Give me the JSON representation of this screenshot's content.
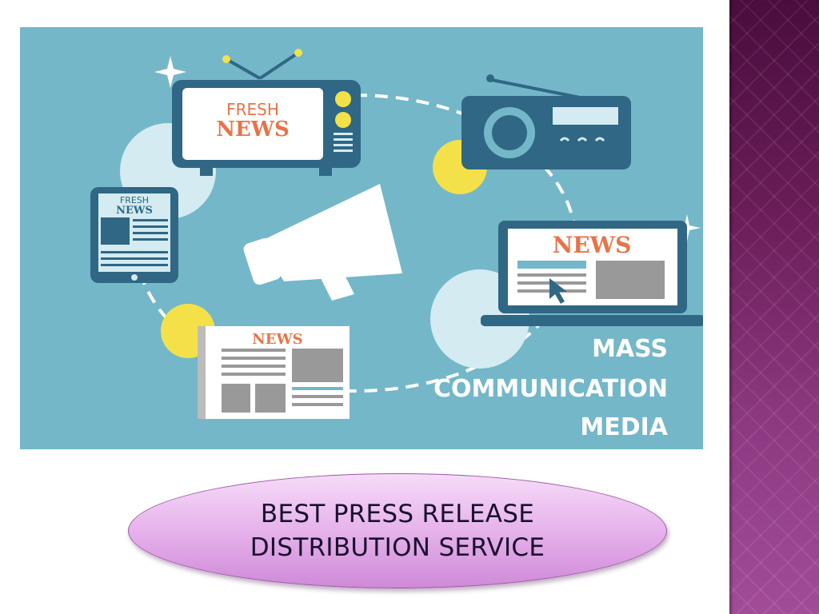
{
  "illustration": {
    "tv_screen_top": "FRESH",
    "tv_screen_bottom": "NEWS",
    "tablet_top": "FRESH",
    "tablet_bottom": "NEWS",
    "laptop_headline": "NEWS",
    "newspaper_headline": "NEWS",
    "media_title_lines": [
      "MASS",
      "COMMUNICATION",
      "MEDIA"
    ]
  },
  "caption": {
    "line1": "BEST PRESS RELEASE",
    "line2": "DISTRIBUTION SERVICE"
  },
  "colors": {
    "illustration_bg": "#74b7c9",
    "device_dark": "#2f6784",
    "accent_orange": "#e8734a",
    "accent_yellow": "#f4e14a",
    "side_band": "#6a1d58",
    "oval_fill": "#e7b4ec"
  }
}
